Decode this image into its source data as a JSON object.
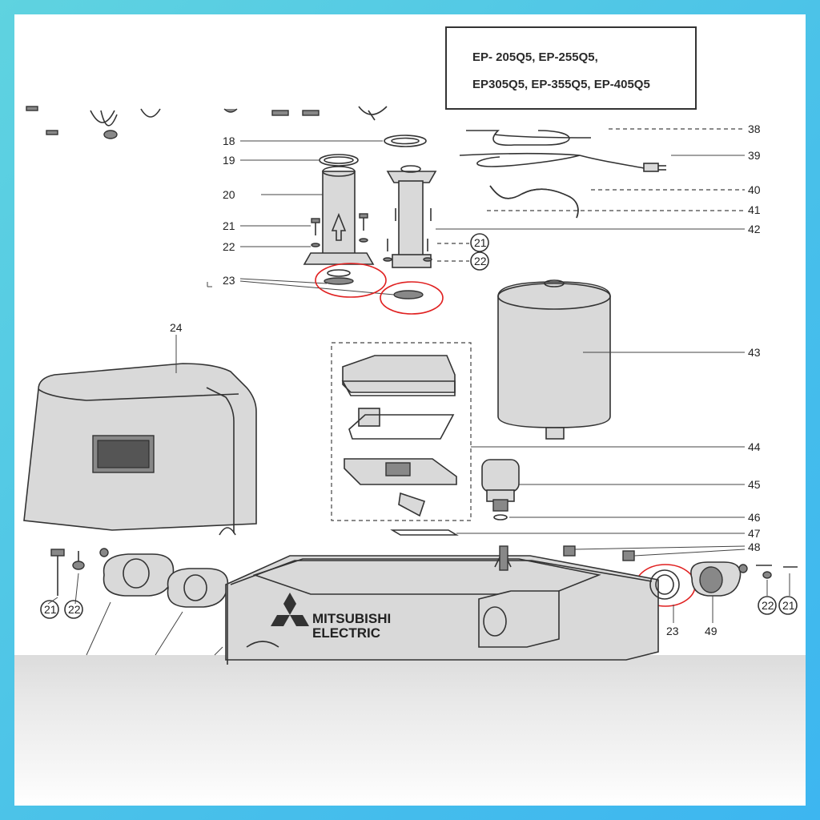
{
  "models": {
    "line1": "EP- 205Q5, EP-255Q5,",
    "line2": "EP305Q5, EP-355Q5, EP-405Q5"
  },
  "brand": {
    "line1": "MITSUBISHI",
    "line2": "ELECTRIC"
  },
  "callouts": {
    "n18": "18",
    "n19": "19",
    "n20": "20",
    "n21a": "21",
    "n22a": "22",
    "n23a": "23",
    "n21b": "21",
    "n22b": "22",
    "n24": "24",
    "n38": "38",
    "n39": "39",
    "n40": "40",
    "n41": "41",
    "n42": "42",
    "n43": "43",
    "n44": "44",
    "n45": "45",
    "n46": "46",
    "n47": "47",
    "n48": "48",
    "n21c": "21",
    "n22c": "22",
    "n23b": "23",
    "n49": "49",
    "n22d": "22",
    "n21d": "21"
  },
  "colors": {
    "highlight": "#e02020",
    "line_art": "#333333",
    "frame": "#48c0ea"
  }
}
